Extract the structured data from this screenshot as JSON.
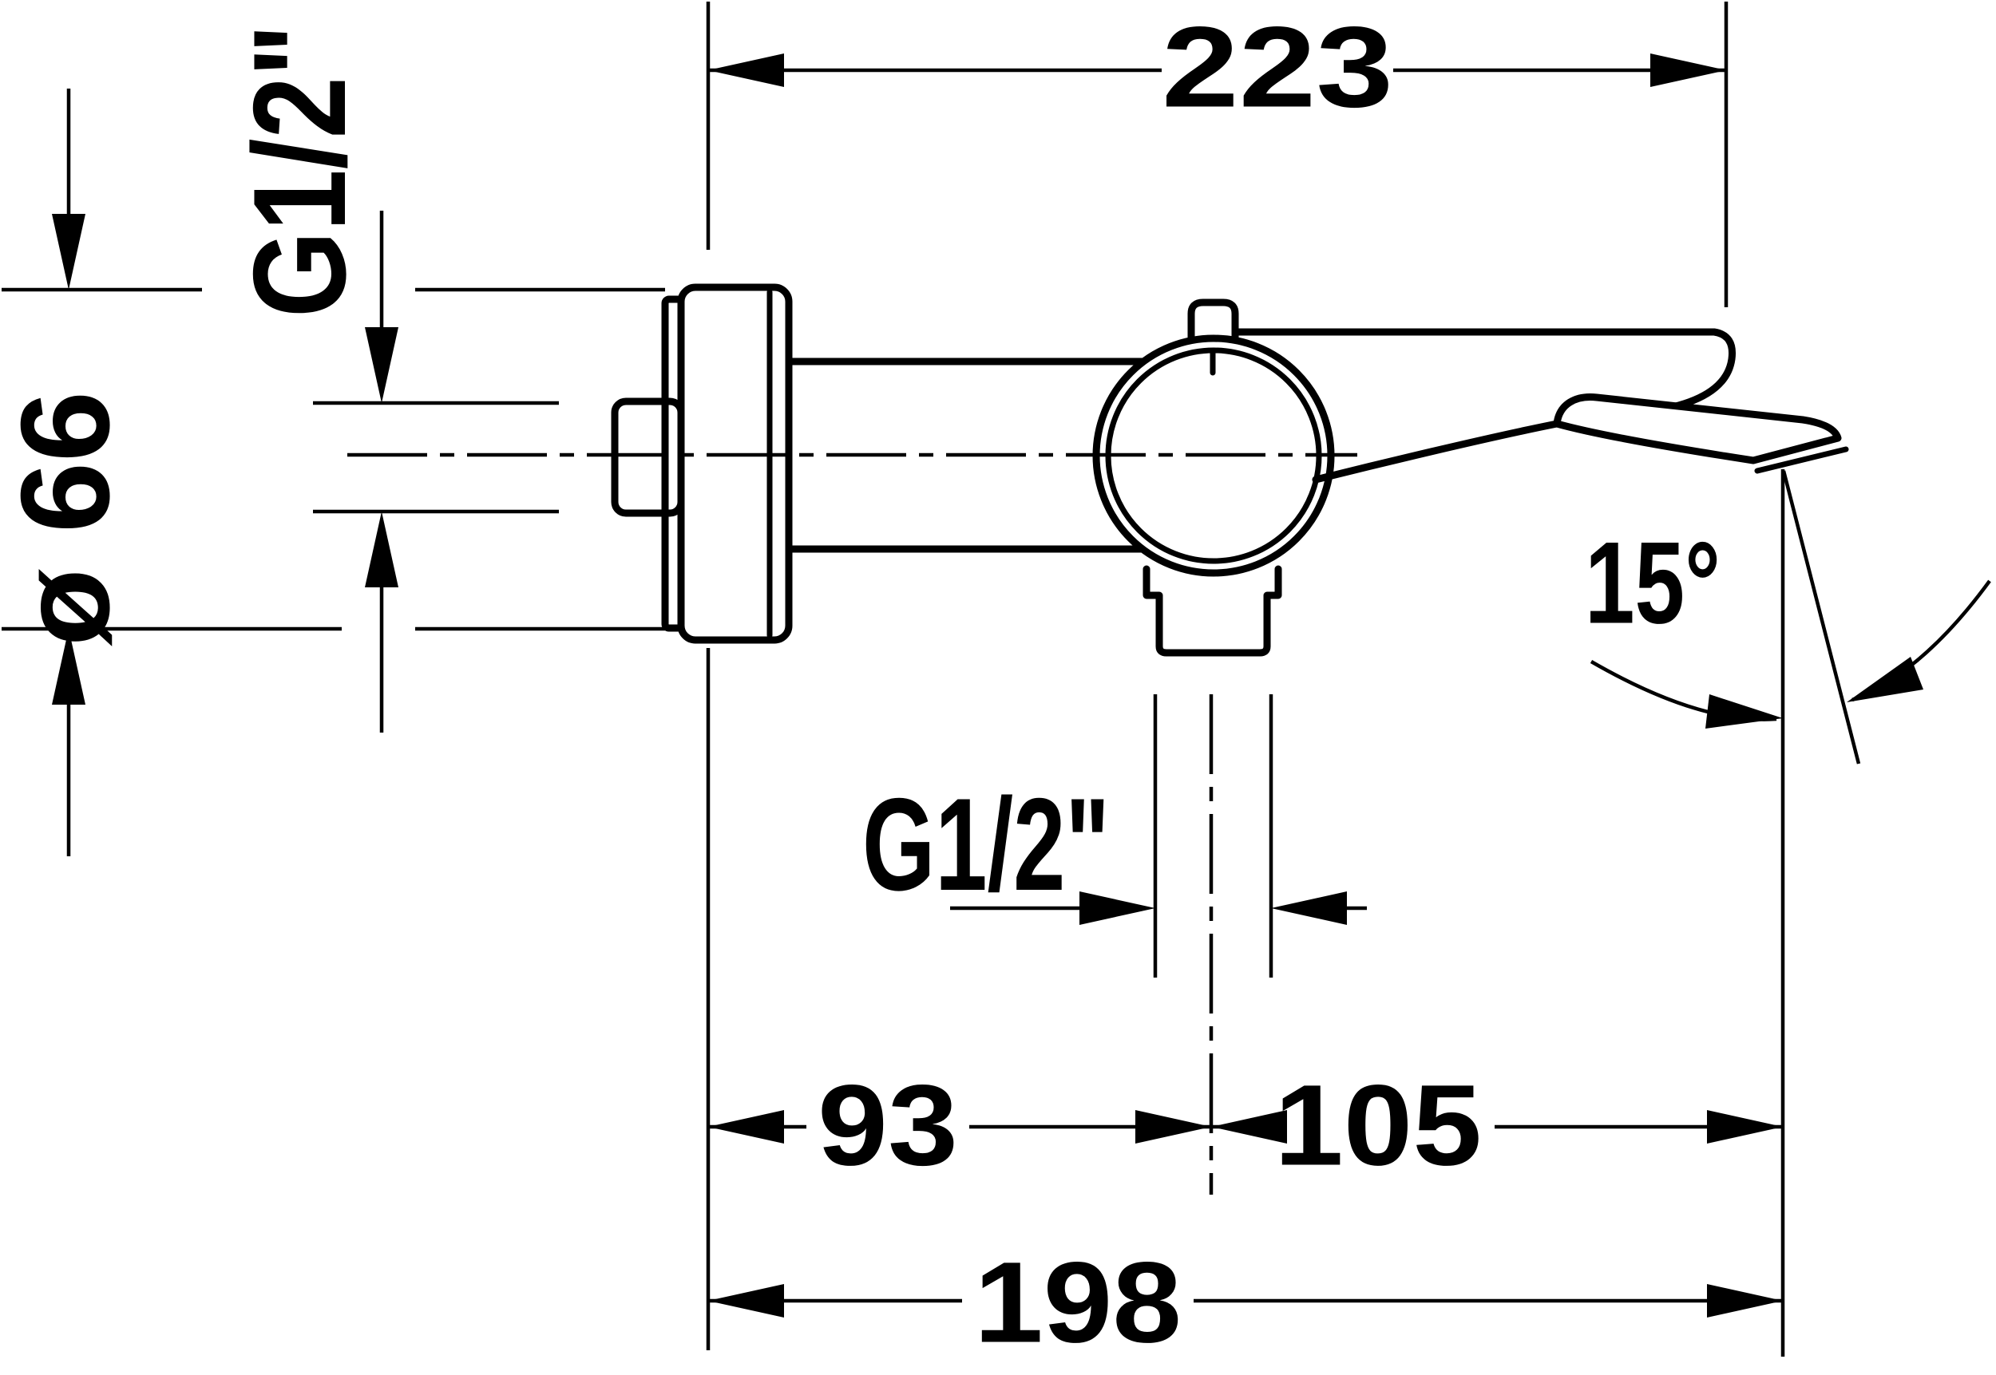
{
  "drawing": {
    "dimensions": {
      "overall_length": "223",
      "wall_to_center": "93",
      "center_to_spout": "105",
      "total_reach": "198",
      "flange_diameter": "ø 66",
      "spout_angle": "15°",
      "inlet_thread": "G1/2\"",
      "outlet_thread": "G1/2\""
    },
    "colors": {
      "line": "#000000",
      "background": "#ffffff"
    }
  }
}
